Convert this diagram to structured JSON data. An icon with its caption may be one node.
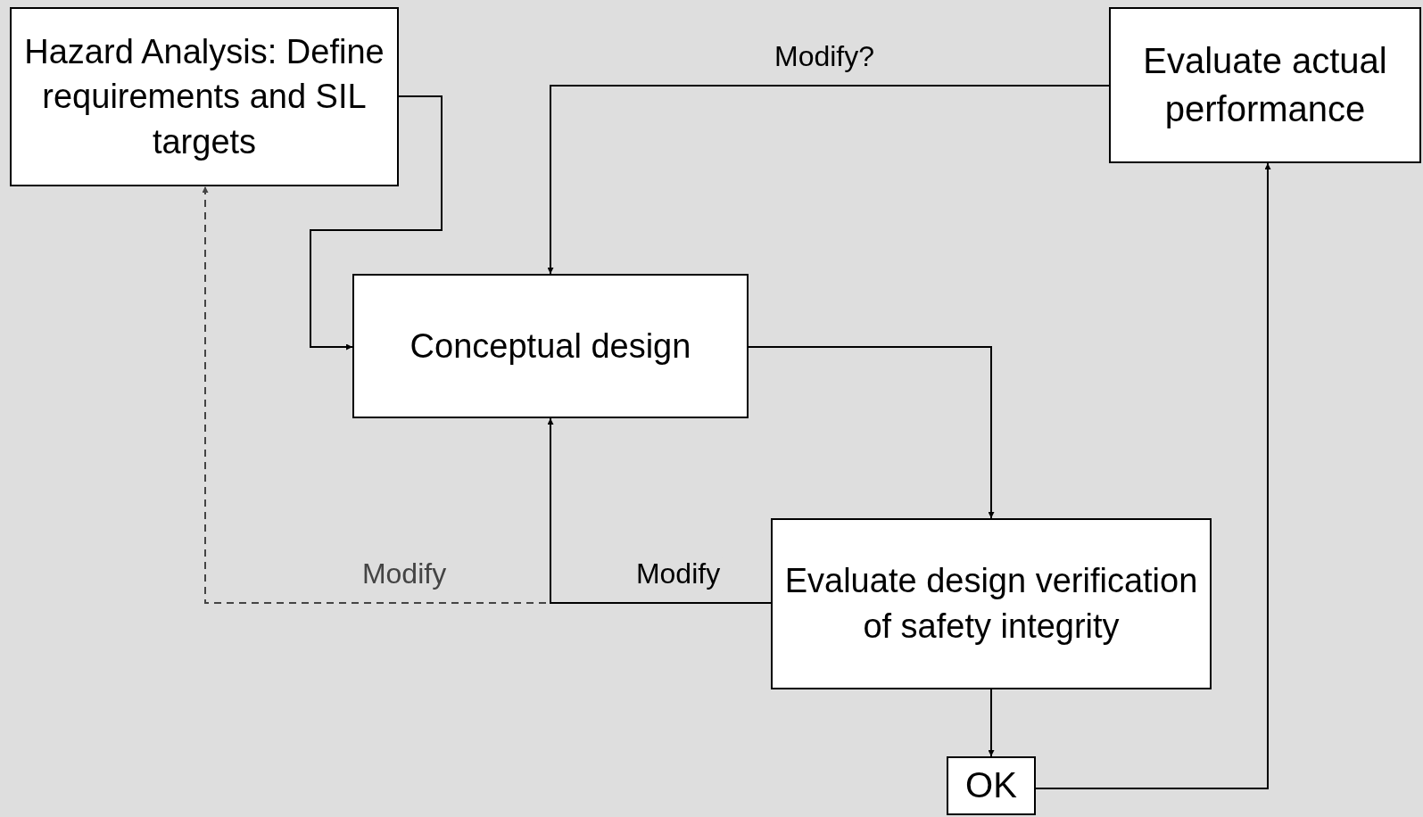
{
  "diagram": {
    "nodes": [
      {
        "text": [
          "Hazard Analysis: Define requirements and SIL targets"
        ]
      },
      {
        "text": [
          "Conceptual design"
        ]
      },
      {
        "text": [
          "Evaluate design verification of safety integrity"
        ]
      },
      {
        "text": [
          "OK"
        ]
      },
      {
        "text": [
          "Evaluate actual performance"
        ]
      }
    ],
    "edges": [
      {
        "from": 0,
        "to": 1,
        "arrow": "to"
      },
      {
        "from": 1,
        "to": 2,
        "arrow": "to"
      },
      {
        "from": 2,
        "to": 0,
        "arrow": "to",
        "label": "Modify",
        "style": "dashed",
        "color": "#444444"
      },
      {
        "from": 2,
        "to": 1,
        "arrow": "to",
        "label": "Modify"
      },
      {
        "from": 2,
        "to": 3,
        "arrow": "to"
      },
      {
        "from": 3,
        "to": 4,
        "arrow": "to"
      },
      {
        "from": 4,
        "to": 1,
        "arrow": "to",
        "label": "Modify?"
      }
    ]
  }
}
